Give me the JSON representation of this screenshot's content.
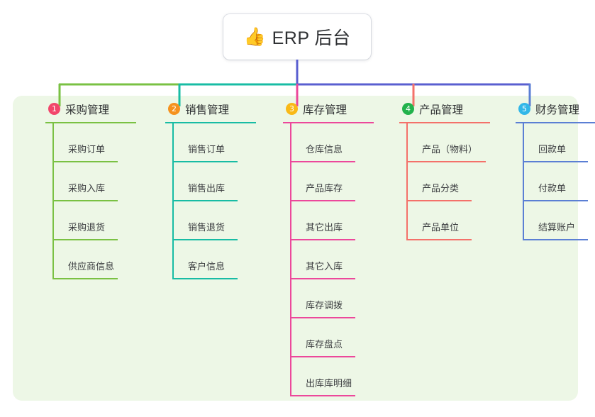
{
  "root": {
    "icon": "thumbs-up-emoji",
    "emoji": "👍",
    "title": "ERP 后台"
  },
  "theme": {
    "page_background": "#ffffff",
    "panel_background": "#edf7e6",
    "root_card_background": "#ffffff",
    "trunk_line": "#5a5fd0",
    "text_primary": "#2f3133",
    "text_leaf": "#3b3d40"
  },
  "columns": [
    {
      "number": "1",
      "title": "采购管理",
      "badge_color": "#f2466b",
      "line_color": "#7ac143",
      "items": [
        "采购订单",
        "采购入库",
        "采购退货",
        "供应商信息"
      ]
    },
    {
      "number": "2",
      "title": "销售管理",
      "badge_color": "#f5921e",
      "line_color": "#18bca4",
      "items": [
        "销售订单",
        "销售出库",
        "销售退货",
        "客户信息"
      ]
    },
    {
      "number": "3",
      "title": "库存管理",
      "badge_color": "#f9b917",
      "line_color": "#ec489b",
      "items": [
        "仓库信息",
        "产品库存",
        "其它出库",
        "其它入库",
        "库存调拨",
        "库存盘点",
        "出库库明细"
      ]
    },
    {
      "number": "4",
      "title": "产品管理",
      "badge_color": "#22b24c",
      "line_color": "#f4716a",
      "items": [
        "产品（物料）",
        "产品分类",
        "产品单位"
      ]
    },
    {
      "number": "5",
      "title": "财务管理",
      "badge_color": "#32b7e8",
      "line_color": "#5b7fd4",
      "items": [
        "回款单",
        "付款单",
        "结算账户"
      ]
    }
  ]
}
